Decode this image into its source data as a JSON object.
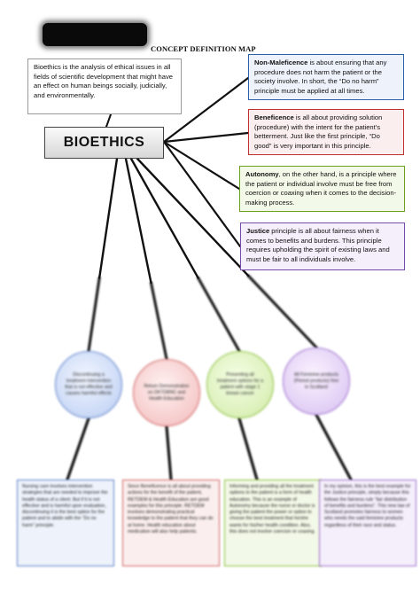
{
  "header": {
    "title": "CONCEPT DEFINITION MAP"
  },
  "definition": "Bioethics is the analysis of ethical issues in all fields of scientific development that might have an effect on human beings socially, judicially, and environmentally.",
  "central": "BIOETHICS",
  "principles": [
    {
      "term": "Non-Maleficence",
      "text": " is about ensuring that any procedure does not harm the patient or the society involve. In short, the “Do no harm” principle must be applied at all times.",
      "color": "#2b5fa8"
    },
    {
      "term": "Beneficence",
      "text": " is all about providing solution (procedure) with the intent for the patient's betterment. Just like the first principle, “Do good” is very important in this principle.",
      "color": "#c03030"
    },
    {
      "term": "Autonomy",
      "text": ", on the other hand, is a principle where the patient or individual involve must be free from coercion or coaxing when it comes to the decision-making process.",
      "color": "#6aa11e"
    },
    {
      "term": "Justice",
      "text": " principle is all about fairness when it comes to benefits and burdens. This principle requires upholding the spirit of existing laws and must be fair to all individuals involve.",
      "color": "#7a4aa8"
    }
  ],
  "examples": [
    {
      "text": "Discontinuing a treatment intervention that is not effective and causes harmful effects",
      "color": "#5a7fc8"
    },
    {
      "text": "Return Demonstration on DKTDBNC and Health Education",
      "color": "#d06060"
    },
    {
      "text": "Presenting all treatment options for a patient with stage 1 breast cancer",
      "color": "#8abf3a"
    },
    {
      "text": "All Feminine products (Period products) free in Scotland",
      "color": "#9a6ccc"
    }
  ],
  "explanations": [
    {
      "text": "Nursing care involves intervention strategies that are needed to improve the health status of a client. But if it is not effective and is harmful upon evaluation, discontinuing it is the best option for the patient and to abide with the “Do no harm” principle."
    },
    {
      "text": "Since Beneficence is all about providing actions for the benefit of the patient, RETDEM & Health Education are good examples for this principle. RETDEM involves demonstrating practical knowledge to the patient that they can do at home. Health education about medication will also help patients."
    },
    {
      "text": "Informing and providing all the treatment options to the patient is a form of health education. This is an example of Autonomy because the nurse or doctor is giving the patient the power or option to choose the best treatment that he/she wants for his/her health condition. Also, this does not involve coercion or coaxing."
    },
    {
      "text": "In my opinion, this is the best example for the Justice principle, simply because this follows the fairness rule “fair distribution of benefits and burdens”. This new law of Scotland promotes fairness to women who needs the said feminine products regardless of their race and status."
    }
  ]
}
